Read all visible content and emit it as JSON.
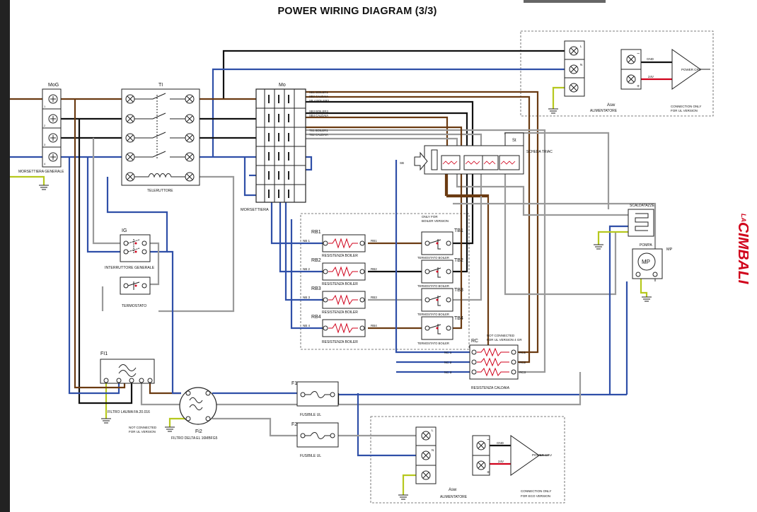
{
  "title": "POWER WIRING DIAGRAM (3/3)",
  "brand": {
    "small": "LA",
    "big": "CIMBALI",
    "color": "#d0021b"
  },
  "colors": {
    "black": "#111111",
    "brown": "#6b3b12",
    "blue": "#2f4fa8",
    "grey": "#9a9a9a",
    "yellow_green": "#b6c81e",
    "red": "#d0021b"
  },
  "components": {
    "mog": {
      "tag": "MoG",
      "caption": "MORSETTIERA GENERALE",
      "terminals": [
        "1",
        "2",
        "3",
        "4"
      ]
    },
    "ti": {
      "tag": "TI",
      "caption": "TELERUTTORE"
    },
    "mo": {
      "tag": "Mo",
      "caption": "MORSETTIERA",
      "labels_top": [
        "SB1 BOILER1",
        "SB2 CALDAIA",
        "SB 4 BOILER3"
      ],
      "labels_mid": [
        "SB3 BOILER3",
        "SB4 CALDAIA"
      ],
      "labels_grey": [
        "TS1 BOILER1",
        "TS2 CALDAIA"
      ]
    },
    "ig": {
      "tag": "IG",
      "caption": "INTERRUTTORE GENERALE"
    },
    "termostato": {
      "caption": "TERMOSTATO"
    },
    "st": {
      "tag": "St",
      "caption": "SCHEDA TRIAC",
      "input": "SB"
    },
    "asw_top": {
      "tag": "Asw",
      "caption": "ALIMENTATORE",
      "note": [
        "CONNECTION ONLY",
        "FOR UL VERSION"
      ],
      "gnd": "GND",
      "v24": "24V",
      "out": "POWER CPU",
      "pins": [
        "L",
        "N"
      ]
    },
    "asw_bottom": {
      "tag": "Asw",
      "caption": "ALIMENTATORE",
      "note": [
        "CONNECTION ONLY",
        "FOR ECO VERSION"
      ],
      "gnd": "GND",
      "v24": "24V",
      "out": "POWER CPU",
      "pins": [
        "L",
        "N"
      ]
    },
    "boiler_box": {
      "note": [
        "ONLY FOR",
        "BOILER VERSION"
      ]
    },
    "resistors": [
      {
        "tag": "RB1",
        "caption": "RESISTENZA BOILER",
        "in": "NB 1",
        "out": "RB1"
      },
      {
        "tag": "RB2",
        "caption": "RESISTENZA BOILER",
        "in": "NB 2",
        "out": "RB2"
      },
      {
        "tag": "RB3",
        "caption": "RESISTENZA BOILER",
        "in": "NB 3",
        "out": "RB3"
      },
      {
        "tag": "RB4",
        "caption": "RESISTENZA BOILER",
        "in": "NB 4",
        "out": "RB4"
      }
    ],
    "thermostats": [
      {
        "tag": "TB1",
        "caption": "TERMOSTATO BOILER"
      },
      {
        "tag": "TB2",
        "caption": "TERMOSTATO BOILER"
      },
      {
        "tag": "TB3",
        "caption": "TERMOSTATO BOILER"
      },
      {
        "tag": "TB4",
        "caption": "TERMOSTATO BOILER"
      }
    ],
    "rc": {
      "tag": "RC",
      "caption": "RESISTENZA CALDAIA",
      "note": [
        "NOT CONNECTED",
        "FOR UL VERSION 4 GR"
      ],
      "in": [
        "NC 1",
        "NC 2",
        "NC 3"
      ],
      "out": [
        "RC1",
        "RC2",
        "RC3"
      ]
    },
    "scaldatazze": {
      "caption": "SCALDATAZZE"
    },
    "pompa": {
      "caption": "POMPA",
      "tag": "MP",
      "motor": "MP"
    },
    "fi1": {
      "tag": "FI1",
      "caption": "FILTRO LAUMA FA.20.016"
    },
    "fi2": {
      "tag": "Fi2",
      "caption": "FILTRO DELTA EL 16MBFG5",
      "note": [
        "NOT CONNECTED",
        "FOR UL VERSION"
      ]
    },
    "f1": {
      "tag": "F1",
      "caption": "FUSIBILE UL"
    },
    "f2": {
      "tag": "F2",
      "caption": "FUSIBILE UL"
    }
  }
}
